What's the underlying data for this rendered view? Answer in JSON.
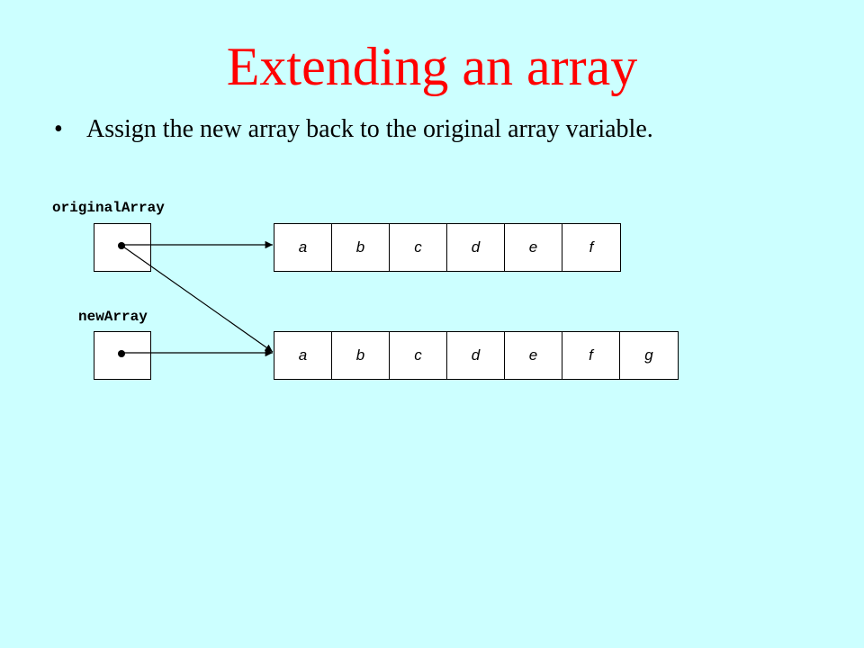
{
  "title": "Extending an array",
  "title_color": "#ff0000",
  "bullet": {
    "marker": "•",
    "text": "Assign the new array back to the original array variable."
  },
  "diagram": {
    "original_label": "originalArray",
    "new_label": "newArray",
    "original_array_cells": [
      "a",
      "b",
      "c",
      "d",
      "e",
      "f"
    ],
    "new_array_cells": [
      "a",
      "b",
      "c",
      "d",
      "e",
      "f",
      "g"
    ],
    "arrows": [
      {
        "from": "originalArray",
        "to": "original_array"
      },
      {
        "from": "originalArray",
        "to": "new_array"
      },
      {
        "from": "newArray",
        "to": "new_array"
      }
    ]
  }
}
